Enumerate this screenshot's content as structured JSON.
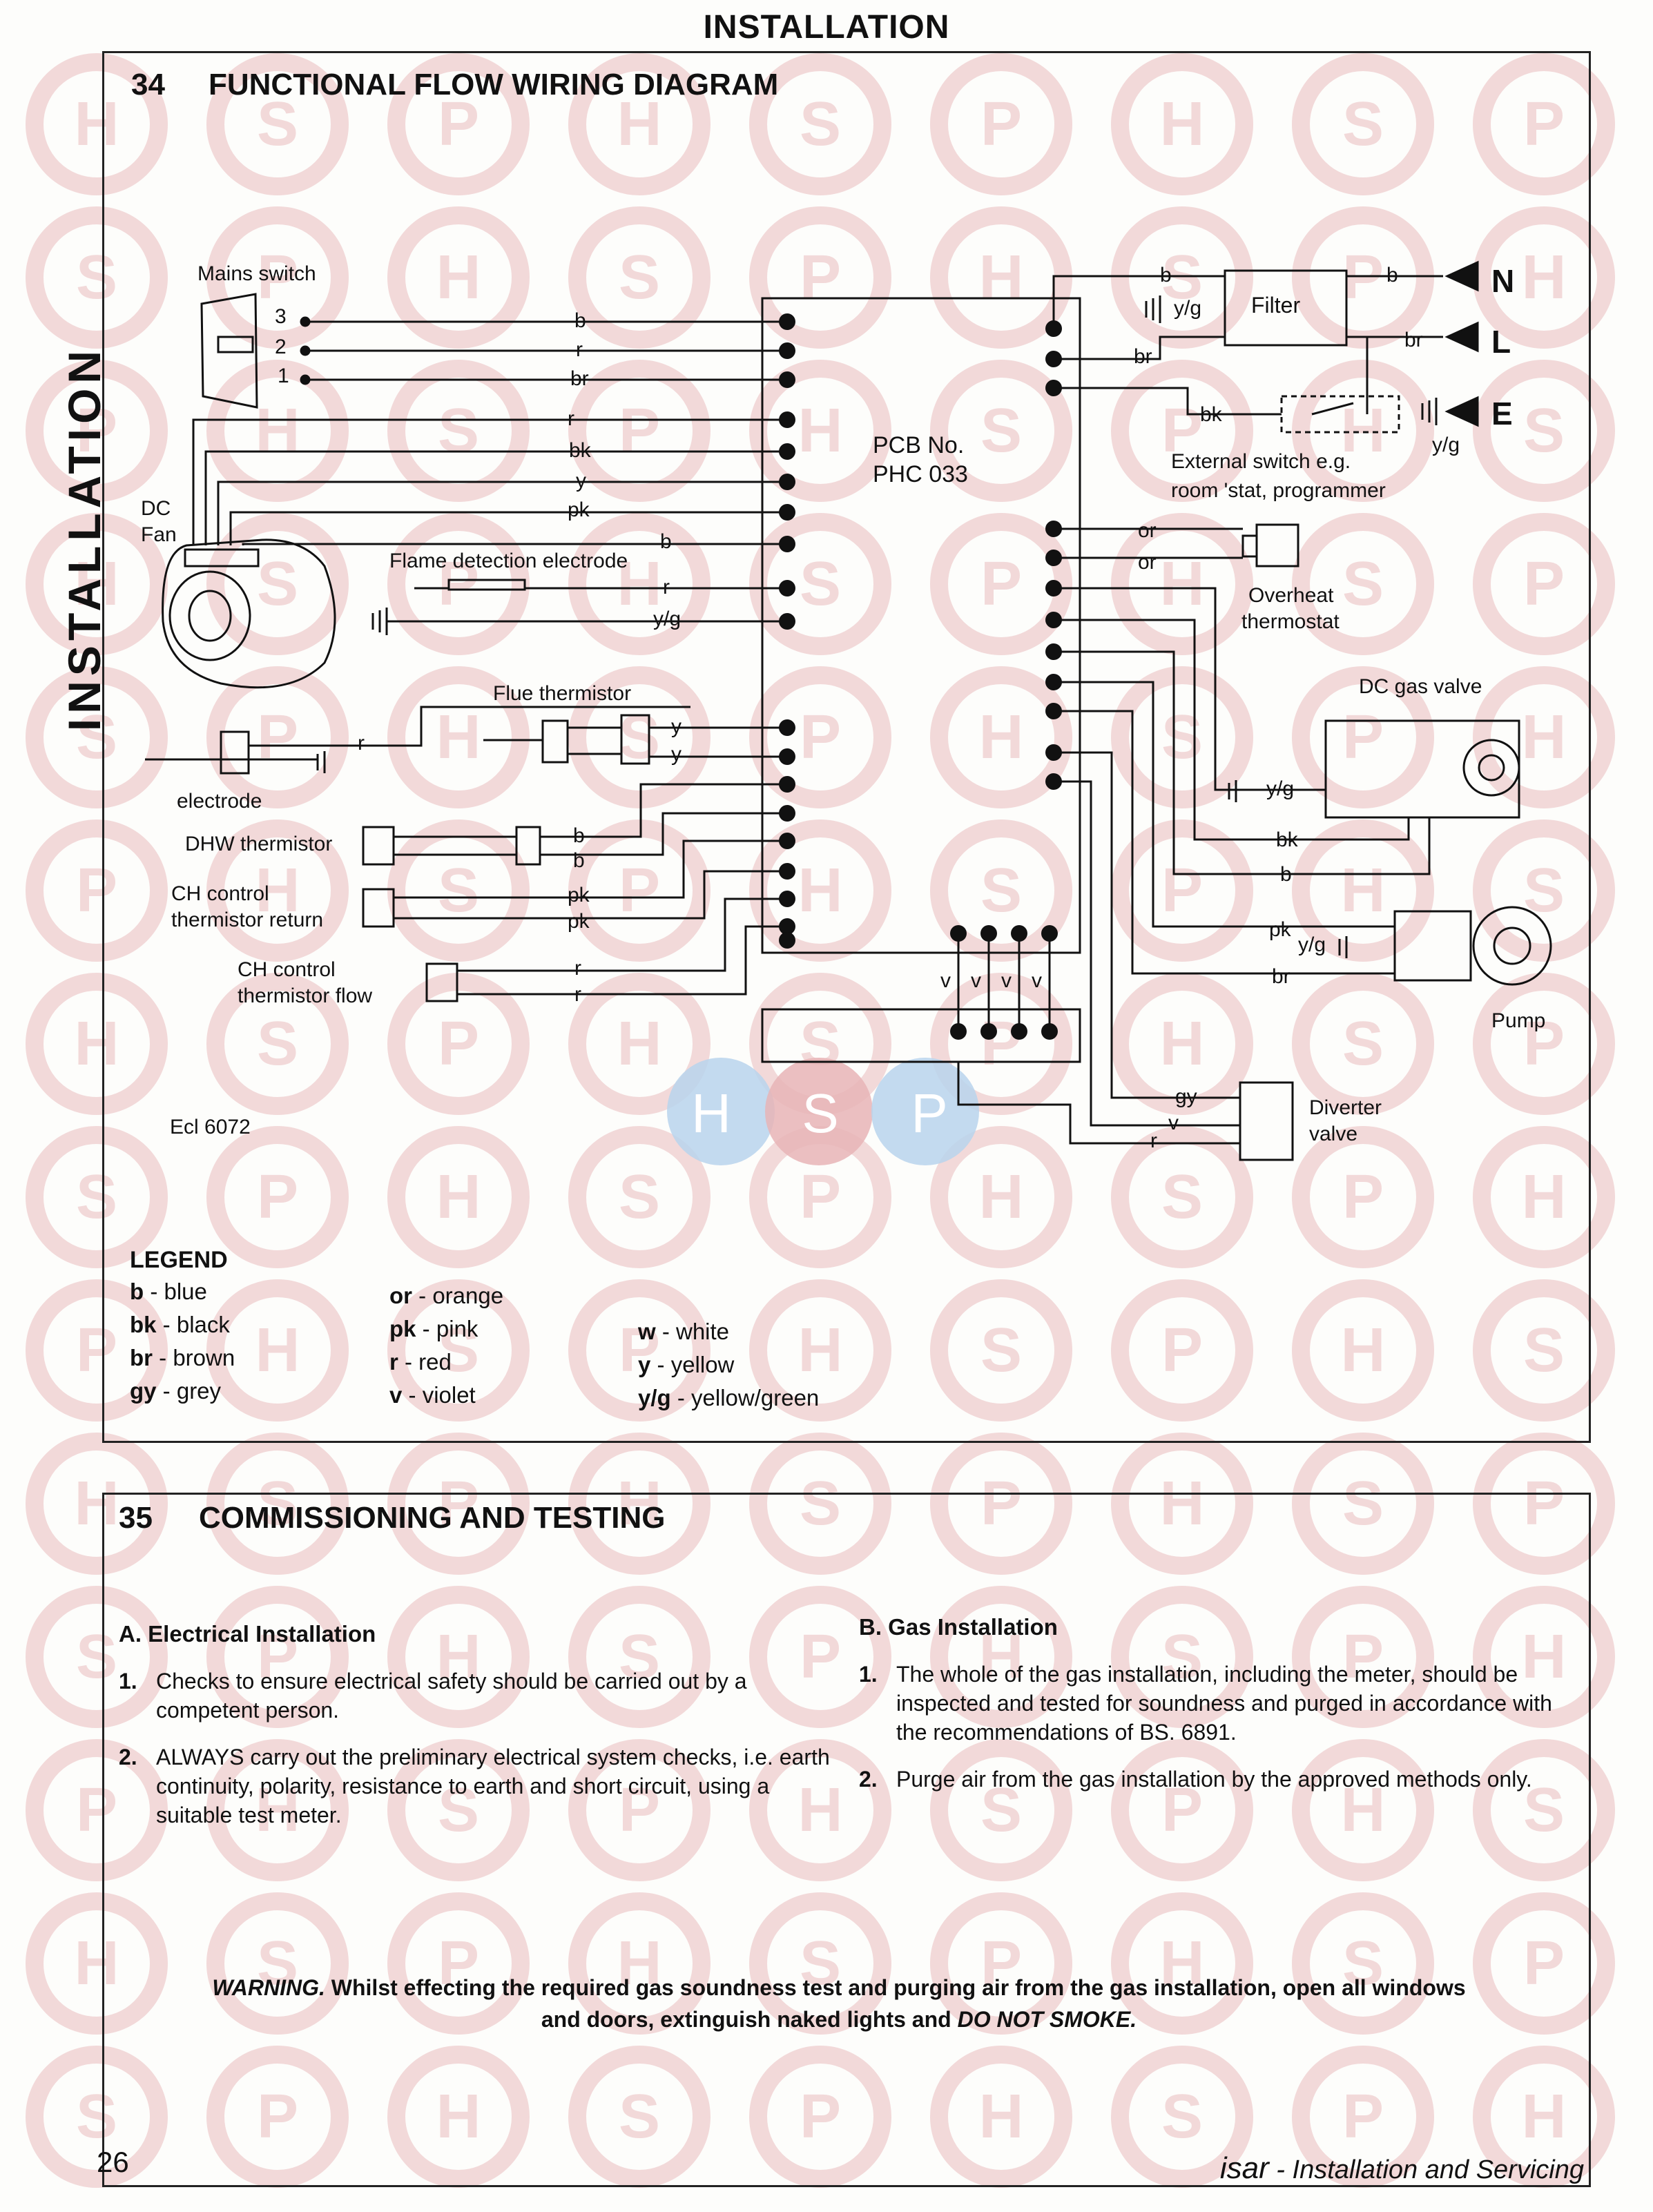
{
  "header": {
    "title": "INSTALLATION",
    "side_tab": "INSTALLATION"
  },
  "watermark": {
    "letters": [
      "H",
      "S",
      "P"
    ]
  },
  "section34": {
    "number": "34",
    "title": "FUNCTIONAL FLOW WIRING DIAGRAM",
    "pcb": {
      "line1": "PCB No.",
      "line2": "PHC 033"
    },
    "components": {
      "mains_switch": "Mains switch",
      "switch_terminals": [
        "3",
        "2",
        "1"
      ],
      "dc_fan_1": "DC",
      "dc_fan_2": "Fan",
      "flame_detection": "Flame detection electrode",
      "flue_thermistor": "Flue thermistor",
      "electrode": "electrode",
      "dhw_thermistor": "DHW thermistor",
      "ch_return_1": "CH control",
      "ch_return_2": "thermistor return",
      "ch_flow_1": "CH control",
      "ch_flow_2": "thermistor flow",
      "filter": "Filter",
      "ext_switch_1": "External switch e.g.",
      "ext_switch_2": "room 'stat, programmer",
      "overheat_1": "Overheat",
      "overheat_2": "thermostat",
      "gas_valve": "DC gas valve",
      "pump": "Pump",
      "diverter_1": "Diverter",
      "diverter_2": "valve",
      "ref_code": "Ecl 6072",
      "supply": [
        "N",
        "L",
        "E"
      ]
    },
    "wire_labels_left": [
      "b",
      "r",
      "br",
      "r",
      "bk",
      "y",
      "pk",
      "b",
      "r",
      "y/g",
      "r",
      "y",
      "y",
      "b",
      "b",
      "pk",
      "pk",
      "r",
      "r"
    ],
    "wire_labels_right": [
      "b",
      "y/g",
      "br",
      "b",
      "br",
      "bk",
      "y/g",
      "or",
      "or",
      "y/g",
      "bk",
      "b",
      "pk",
      "y/g",
      "br",
      "gy",
      "v",
      "r"
    ],
    "v_labels": [
      "v",
      "v",
      "v",
      "v"
    ],
    "legend": {
      "title": "LEGEND",
      "entries": [
        {
          "code": "b",
          "name": "blue"
        },
        {
          "code": "bk",
          "name": "black"
        },
        {
          "code": "br",
          "name": "brown"
        },
        {
          "code": "gy",
          "name": "grey"
        },
        {
          "code": "or",
          "name": "orange"
        },
        {
          "code": "pk",
          "name": "pink"
        },
        {
          "code": "r",
          "name": "red"
        },
        {
          "code": "v",
          "name": "violet"
        },
        {
          "code": "w",
          "name": "white"
        },
        {
          "code": "y",
          "name": "yellow"
        },
        {
          "code": "y/g",
          "name": "yellow/green"
        }
      ]
    }
  },
  "section35": {
    "number": "35",
    "title": "COMMISSIONING AND TESTING",
    "colA": {
      "heading": "A.  Electrical Installation",
      "items": [
        {
          "num": "1.",
          "text": "Checks to ensure electrical safety should be carried out by a competent person."
        },
        {
          "num": "2.",
          "text": "ALWAYS carry out the preliminary electrical system checks, i.e. earth continuity, polarity, resistance to earth and short circuit, using a suitable test meter."
        }
      ]
    },
    "colB": {
      "heading": "B.  Gas Installation",
      "items": [
        {
          "num": "1.",
          "text": "The whole of the gas installation, including the meter, should be inspected and tested for soundness and purged in accordance with the recommendations of BS. 6891."
        },
        {
          "num": "2.",
          "text": "Purge air from the gas installation by the approved methods only."
        }
      ]
    },
    "warning": {
      "lead": "WARNING.",
      "body": " Whilst effecting the required gas soundness test and purging air from the gas installation, open all windows and doors, extinguish naked lights and ",
      "tail": "DO NOT SMOKE."
    }
  },
  "footer": {
    "page": "26",
    "brand": "isar",
    "caption": " - Installation and Servicing"
  },
  "colors": {
    "ink": "#111111",
    "watermark": "#f2d9d9",
    "hsp_blue": "#b9d3ec",
    "hsp_red": "#e7b4b6"
  }
}
